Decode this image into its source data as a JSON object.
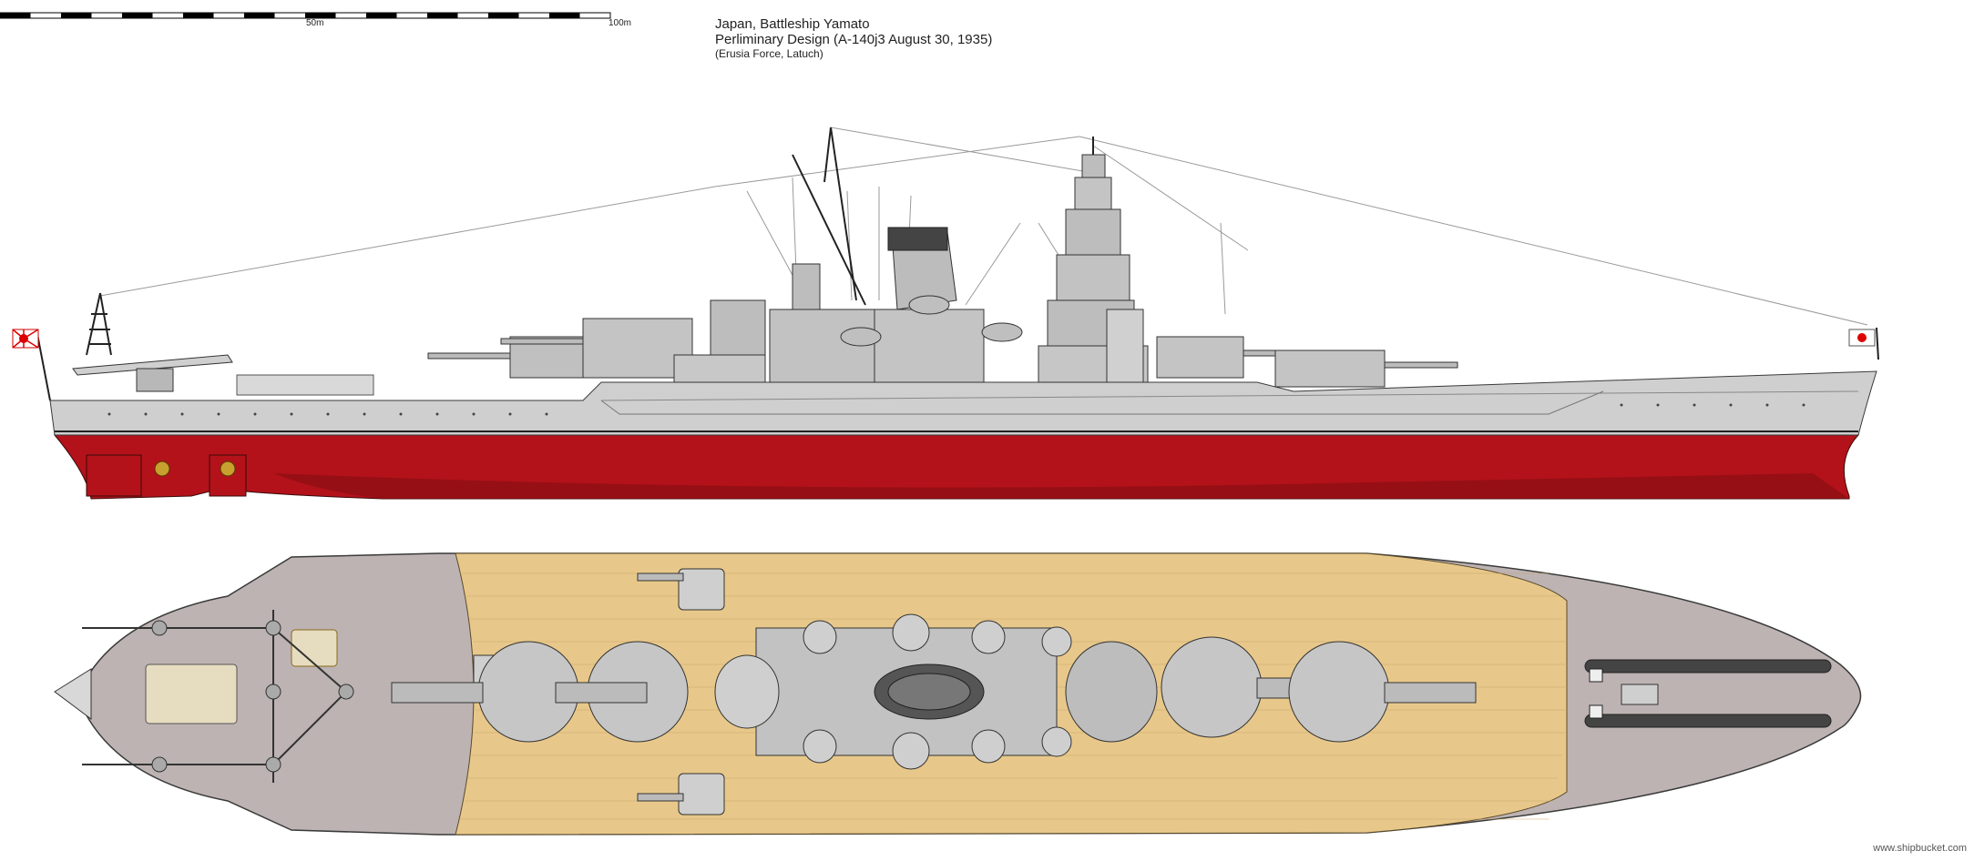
{
  "scale": {
    "label_mid": "50m",
    "label_end": "100m"
  },
  "title": {
    "line1": "Japan, Battleship Yamato",
    "line2": "Perliminary Design (A-140j3 August 30, 1935)",
    "line3": "(Erusia Force, Latuch)"
  },
  "credit": "www.shipbucket.com",
  "colors": {
    "hull_gray": "#cfcfcf",
    "hull_dark": "#a9a9a9",
    "red_hull": "#b3121a",
    "red_dark": "#7d0c10",
    "deck_wood": "#e8c88a",
    "deck_metal": "#bdb3b3",
    "superstructure": "#b8b8b8",
    "outline": "#3a3a3a"
  },
  "icons": {
    "flag_stern": "rising-sun-flag-icon",
    "flag_bow": "hinomaru-flag-icon"
  }
}
